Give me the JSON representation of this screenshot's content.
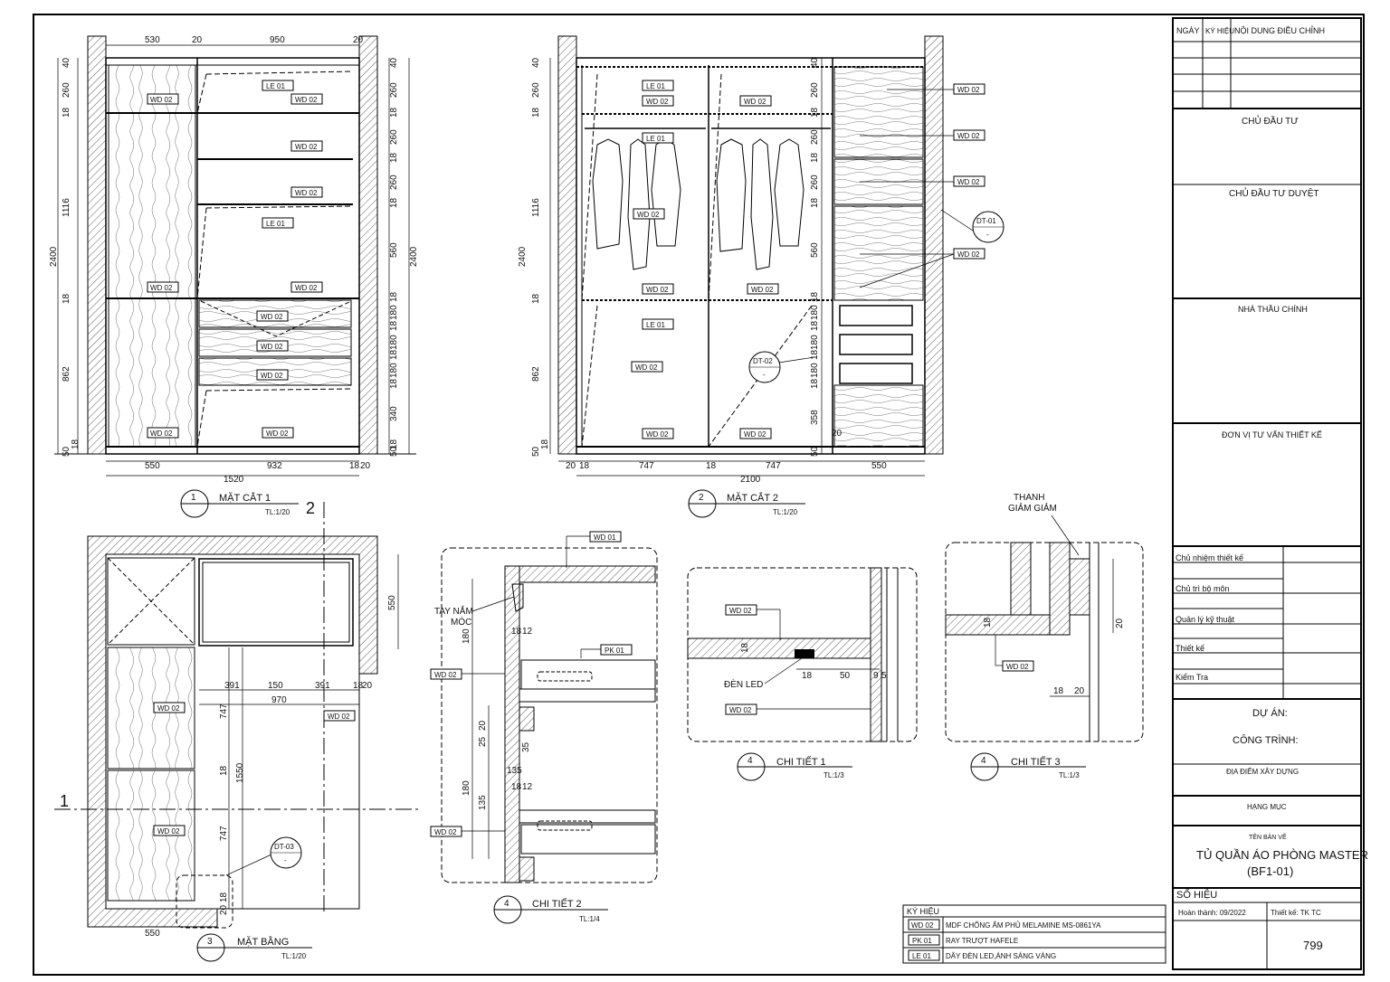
{
  "labels": {
    "wd": "WD 02",
    "le": "LE 01",
    "pk": "PK 01",
    "wd01": "WD 01"
  },
  "views": {
    "s1": {
      "num": "1",
      "title": "MẶT CẮT 1",
      "scale": "TL:1/20"
    },
    "s2": {
      "num": "2",
      "title": "MẶT CẮT 2",
      "scale": "TL:1/20"
    },
    "plan": {
      "num": "3",
      "title": "MẶT BẰNG",
      "scale": "TL:1/20"
    },
    "d2": {
      "num": "4",
      "title": "CHI TIẾT 2",
      "scale": "TL:1/4"
    },
    "d1": {
      "num": "4",
      "title": "CHI TIẾT 1",
      "scale": "TL:1/3"
    },
    "d3": {
      "num": "4",
      "title": "CHI TIẾT 3",
      "scale": "TL:1/3"
    }
  },
  "dims": {
    "s1_top": [
      "530",
      "20",
      "950",
      "20"
    ],
    "s1_bottom": [
      "550",
      "932",
      "18",
      "20",
      "1520"
    ],
    "s1_left": [
      "40",
      "260",
      "18",
      "1116",
      "18",
      "862",
      "50",
      "18",
      "2400"
    ],
    "s1_right": [
      "40",
      "260",
      "18",
      "260",
      "18",
      "260",
      "18",
      "560",
      "18",
      "180",
      "18",
      "180",
      "18",
      "180",
      "18",
      "340",
      "18",
      "50",
      "2400"
    ],
    "s2_bottom": [
      "20",
      "18",
      "747",
      "18",
      "747",
      "550",
      "2100",
      "20"
    ],
    "s2_left": [
      "40",
      "260",
      "18",
      "1116",
      "18",
      "862",
      "50",
      "18",
      "2400"
    ],
    "s2_mid": [
      "40",
      "260",
      "18",
      "260",
      "18",
      "260",
      "18",
      "560",
      "18",
      "180",
      "18",
      "180",
      "18",
      "180",
      "18",
      "358",
      "50",
      "20"
    ],
    "plan": [
      "391",
      "150",
      "391",
      "18",
      "20",
      "970",
      "550",
      "747",
      "18",
      "1550",
      "747",
      "20",
      "18",
      "550"
    ],
    "d2": [
      "18",
      "12",
      "180",
      "25",
      "20",
      "35",
      "135",
      "18",
      "12",
      "180",
      "135"
    ],
    "d1": [
      "18",
      "18",
      "50",
      "9",
      "5"
    ],
    "d3": [
      "18",
      "20",
      "18",
      "20"
    ]
  },
  "callouts": {
    "dt01": {
      "id": "DT-01",
      "sub": "-"
    },
    "dt02": {
      "id": "DT-02",
      "sub": "-"
    },
    "dt03": {
      "id": "DT-03",
      "sub": "-"
    },
    "tay_nam": "TAY NẮM",
    "moc": "MÓC",
    "den_led": "ĐÈN LED",
    "thanh": "THANH",
    "gia_giam": "GIẢM GIẢM",
    "marker1": "1",
    "marker2": "2"
  },
  "legend": {
    "title": "KÝ HIỆU",
    "rows": [
      {
        "code": "WD 02",
        "desc": "MDF CHỐNG ẨM PHỦ MELAMINE MS-0861YA"
      },
      {
        "code": "PK 01",
        "desc": "RAY TRƯỢT HAFELE"
      },
      {
        "code": "LE 01",
        "desc": "DÂY ĐÈN LED,ÁNH SÁNG VÀNG"
      }
    ]
  },
  "title_block": {
    "revision_headers": [
      "NGÀY",
      "KÝ HIỆU",
      "NỘI DUNG ĐIỀU CHỈNH"
    ],
    "chu_dau_tu": "CHỦ ĐẦU TƯ",
    "chu_dau_tu_duyet": "CHỦ ĐẦU TƯ DUYỆT",
    "nha_thau": "NHÀ THẦU CHÍNH",
    "don_vi": "ĐƠN VỊ TƯ VẤN THIẾT KẾ",
    "roles": [
      "Chủ nhiệm thiết kế",
      "Chủ trì bộ môn",
      "Quản lý kỹ thuật",
      "Thiết kế",
      "Kiểm Tra"
    ],
    "du_an": "DỰ ÁN:",
    "cong_trinh": "CÔNG TRÌNH:",
    "dia_diem": "ĐỊA ĐIỂM XÂY DỰNG",
    "hang_muc": "HẠNG MỤC",
    "ten_ban_ve": "TÊN BẢN VẼ",
    "drawing_title_1": "TỦ QUẦN ÁO PHÒNG MASTER",
    "drawing_title_2": "(BF1-01)",
    "so_hieu": "SỐ HIỆU",
    "hoan_thanh": "Hoàn thành: 09/2022",
    "thiet_ke": "Thiết kế: TK TC",
    "sheet_no": "799"
  }
}
